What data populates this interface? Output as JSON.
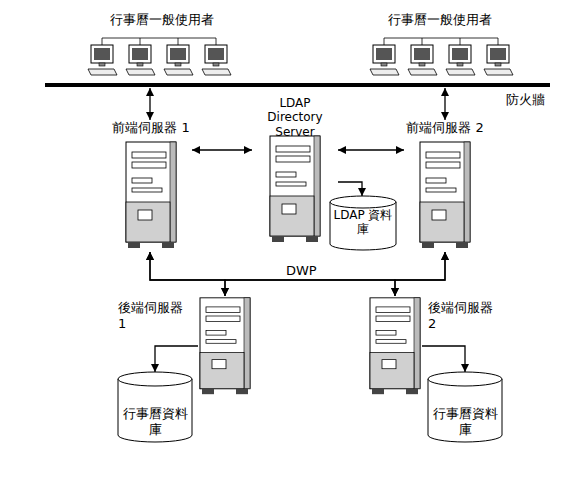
{
  "diagram": {
    "nodes": [
      {
        "text": [
          "行事曆一般使用者"
        ]
      },
      {
        "text": [
          "行事曆一般使用者"
        ]
      },
      {
        "text": [
          "前端伺服器 1"
        ]
      },
      {
        "text": [
          "LDAP Directory Server"
        ]
      },
      {
        "text": [
          "前端伺服器 2"
        ]
      },
      {
        "text": [
          "LDAP 資料庫"
        ]
      },
      {
        "text": [
          "後端伺服器 1"
        ]
      },
      {
        "text": [
          "後端伺服器 2"
        ]
      },
      {
        "text": [
          "行事曆資料 庫"
        ]
      },
      {
        "text": [
          "行事曆資料 庫"
        ]
      }
    ],
    "edges": [
      {
        "from": 0,
        "to": 2,
        "arrow": "both"
      },
      {
        "from": 1,
        "to": 4,
        "arrow": "both"
      },
      {
        "from": 2,
        "to": 3,
        "arrow": "both"
      },
      {
        "from": 3,
        "to": 4,
        "arrow": "both"
      },
      {
        "from": 3,
        "to": 5,
        "arrow": "to"
      },
      {
        "from": 2,
        "to": 6,
        "arrow": "both"
      },
      {
        "from": 2,
        "to": 7,
        "arrow": "both"
      },
      {
        "from": 4,
        "to": 6,
        "arrow": "both"
      },
      {
        "from": 4,
        "to": 7,
        "arrow": "both"
      },
      {
        "from": 6,
        "to": 8,
        "arrow": "to"
      },
      {
        "from": 7,
        "to": 9,
        "arrow": "to"
      }
    ],
    "labels": [
      "防火牆",
      "DWP"
    ]
  }
}
